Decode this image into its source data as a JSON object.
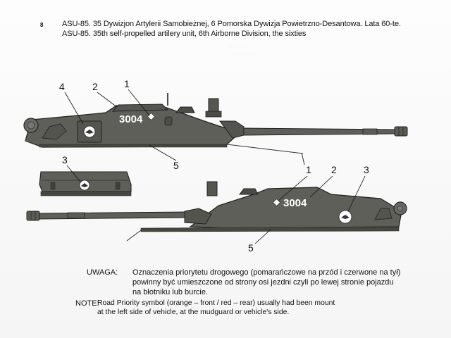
{
  "page": {
    "marker": "8",
    "header_pl": "ASU-85. 35 Dywizjon Artylerii Samobieżnej, 6 Pomorska Dywizja Powietrzno-Desantowa. Lata 60-te.",
    "header_en": "ASU-85. 35th self-propelled artilery unit, 6th Airborne Division, the sixties"
  },
  "top_view": {
    "number": "3004",
    "callouts": [
      "4",
      "2",
      "1",
      "5"
    ]
  },
  "detail_view": {
    "callout": "3"
  },
  "bottom_view": {
    "number": "3004",
    "callouts": [
      "1",
      "2",
      "3",
      "5"
    ]
  },
  "notes": {
    "uwaga_label": "UWAGA:",
    "uwaga_lines": [
      "Oznaczenia priorytetu drogowego (pomarańczowe na przód i czerwone na tył)",
      "powinny być umieszczone od strony osi jezdni czyli po lewej stronie pojazdu",
      "na błotniku lub burcie."
    ],
    "note_label": "NOTE:",
    "note_lines": [
      "Road Priority symbol (orange – front / red – rear) usually had been mount",
      "at the left side of vehicle, at the mudguard or vehicle's side."
    ]
  },
  "colors": {
    "hull": "#5d5f58",
    "hull_dark": "#3f413b",
    "marking": "#ffffff"
  }
}
